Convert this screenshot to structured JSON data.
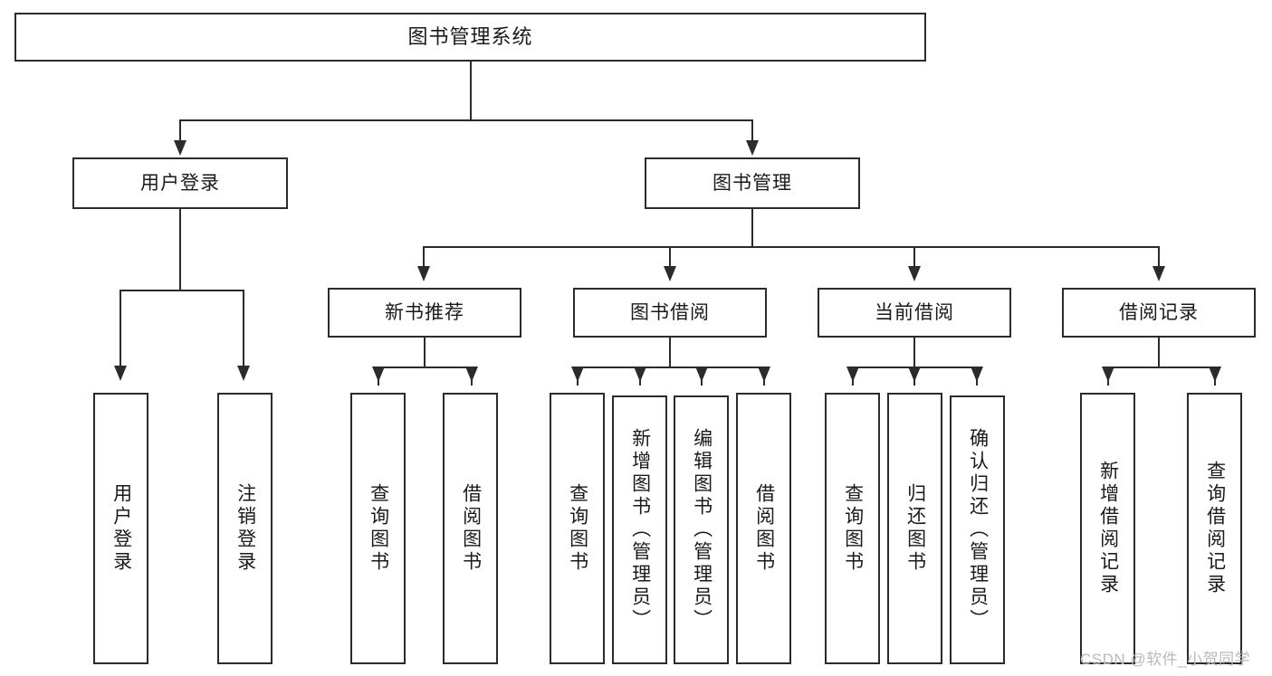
{
  "diagram": {
    "title": "图书管理系统",
    "type": "tree-hierarchy-diagram",
    "root": {
      "label": "图书管理系统"
    },
    "level2": [
      {
        "label": "用户登录"
      },
      {
        "label": "图书管理"
      }
    ],
    "level3": [
      {
        "label": "新书推荐"
      },
      {
        "label": "图书借阅"
      },
      {
        "label": "当前借阅"
      },
      {
        "label": "借阅记录"
      }
    ],
    "leaves": {
      "user_login": [
        {
          "label": "用户登录"
        },
        {
          "label": "注销登录"
        }
      ],
      "new_book_recommend": [
        {
          "label": "查询图书"
        },
        {
          "label": "借阅图书"
        }
      ],
      "book_borrow": [
        {
          "label": "查询图书"
        },
        {
          "label": "新增图书（管理员）"
        },
        {
          "label": "编辑图书（管理员）"
        },
        {
          "label": "借阅图书"
        }
      ],
      "current_borrow": [
        {
          "label": "查询图书"
        },
        {
          "label": "归还图书"
        },
        {
          "label": "确认归还（管理员）"
        }
      ],
      "borrow_record": [
        {
          "label": "新增借阅记录"
        },
        {
          "label": "查询借阅记录"
        }
      ]
    },
    "watermark": "CSDN @软件_小贺同学",
    "colors": {
      "stroke": "#2b2b2b",
      "background": "#ffffff",
      "text": "#1a1a1a",
      "watermark": "#b9b9b9"
    }
  }
}
